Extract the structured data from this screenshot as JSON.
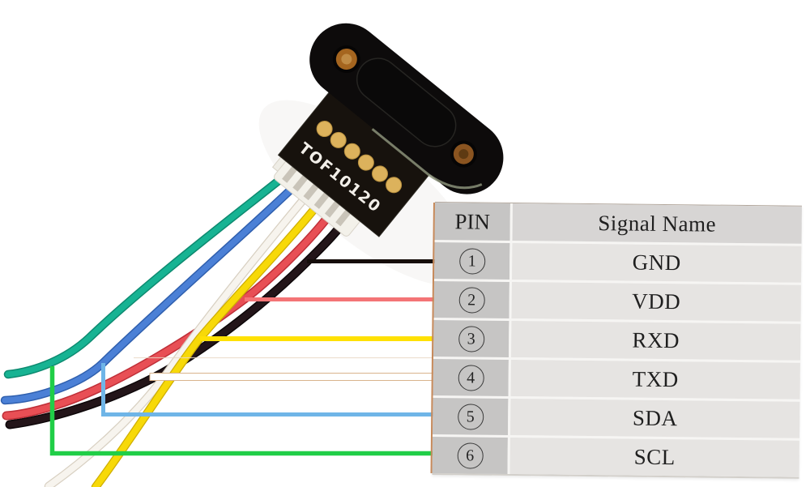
{
  "module": {
    "label": "TOF10120",
    "board_color": "#17120d",
    "plate_color": "#0d0b0b",
    "pad_color": "#dcb25c",
    "connector_color": "#f3f1ea"
  },
  "table": {
    "header": {
      "pin": "PIN",
      "signal": "Signal Name"
    },
    "rows": [
      {
        "pin": "1",
        "signal": "GND",
        "wire": "black",
        "line_color": "#150d0a"
      },
      {
        "pin": "2",
        "signal": "VDD",
        "wire": "red",
        "line_color": "#f47476"
      },
      {
        "pin": "3",
        "signal": "RXD",
        "wire": "yellow",
        "line_color": "#ffe103"
      },
      {
        "pin": "4",
        "signal": "TXD",
        "wire": "white",
        "line_color": "#ffffff",
        "line_border": "#d9b48c"
      },
      {
        "pin": "5",
        "signal": "SDA",
        "wire": "blue",
        "line_color": "#6fb5e7"
      },
      {
        "pin": "6",
        "signal": "SCL",
        "wire": "green",
        "line_color": "#20ce47"
      }
    ]
  },
  "wires": [
    {
      "name": "teal",
      "core": "#17b393",
      "outline": "#0d8a70"
    },
    {
      "name": "blue",
      "core": "#4b80d6",
      "outline": "#2f5fae"
    },
    {
      "name": "black",
      "core": "#231519",
      "outline": "#0d0709"
    },
    {
      "name": "red",
      "core": "#e84f55",
      "outline": "#bf2f38"
    },
    {
      "name": "white",
      "core": "#f7f4ee",
      "outline": "#d8d0c2"
    },
    {
      "name": "yellow",
      "core": "#f7d908",
      "outline": "#cfae00"
    }
  ]
}
